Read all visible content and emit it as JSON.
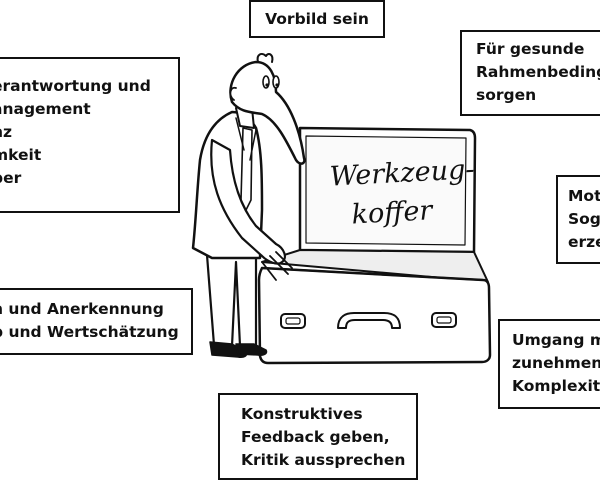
{
  "boxes": {
    "vorbild": [
      "Vorbild sein"
    ],
    "rahmen": [
      "Für gesunde",
      "Rahmenbeding",
      "sorgen"
    ],
    "eigen": [
      "erantwortung und",
      "anagement",
      "nz",
      "mkeit",
      "ber"
    ],
    "motiv": [
      "Mot",
      "Sog",
      "erze"
    ],
    "lob": [
      "n und Anerkennung",
      "b und Wertschätzung"
    ],
    "umgang": [
      "Umgang m",
      "zunehmen",
      "Komplexita"
    ],
    "feedback": [
      "Konstruktives",
      "Feedback geben,",
      "Kritik aussprechen"
    ]
  },
  "cartoon": {
    "case_label_line1": "Werkzeug-",
    "case_label_line2": "koffer"
  },
  "colors": {
    "ink": "#111111",
    "paper": "#ffffff",
    "case_shade": "#eeeeee"
  }
}
